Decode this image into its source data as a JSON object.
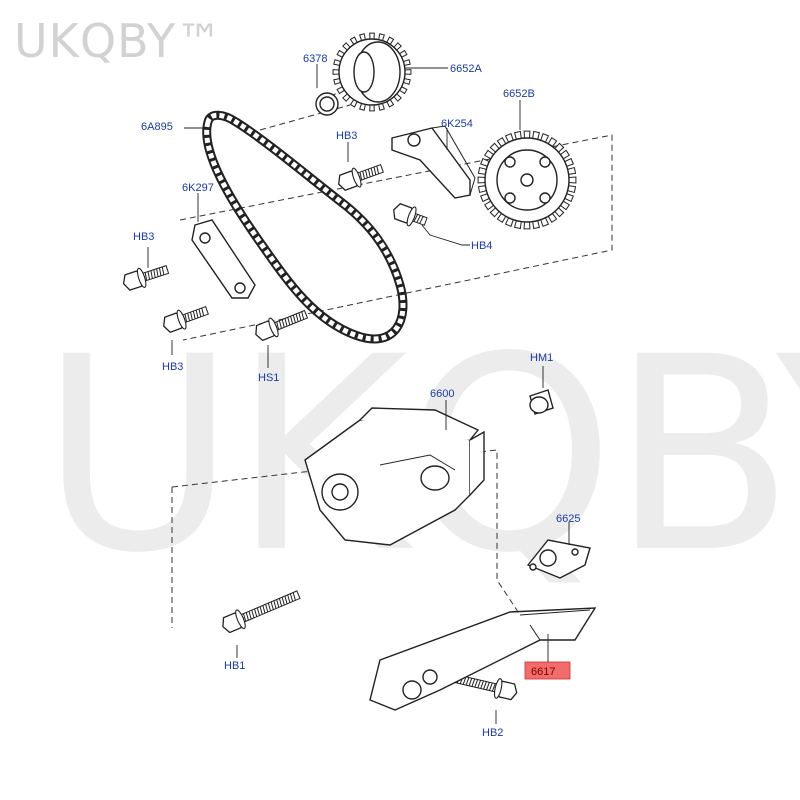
{
  "watermark": {
    "corner_text": "UKQBY™",
    "center_text": "UKQBY™"
  },
  "colors": {
    "label": "#1a3aa6",
    "highlight_fill": "#f26c6c",
    "line": "#222222"
  },
  "labels": {
    "p6378": "6378",
    "p6652a": "6652A",
    "p6a895": "6A895",
    "p6652b": "6652B",
    "hb3_top": "HB3",
    "p6k254": "6K254",
    "p6k297": "6K297",
    "hb3_left": "HB3",
    "hb4": "HB4",
    "hb3_bottom": "HB3",
    "hs1": "HS1",
    "hm1": "HM1",
    "p6600": "6600",
    "p6625": "6625",
    "hb1": "HB1",
    "p6617": "6617",
    "hb2": "HB2"
  }
}
